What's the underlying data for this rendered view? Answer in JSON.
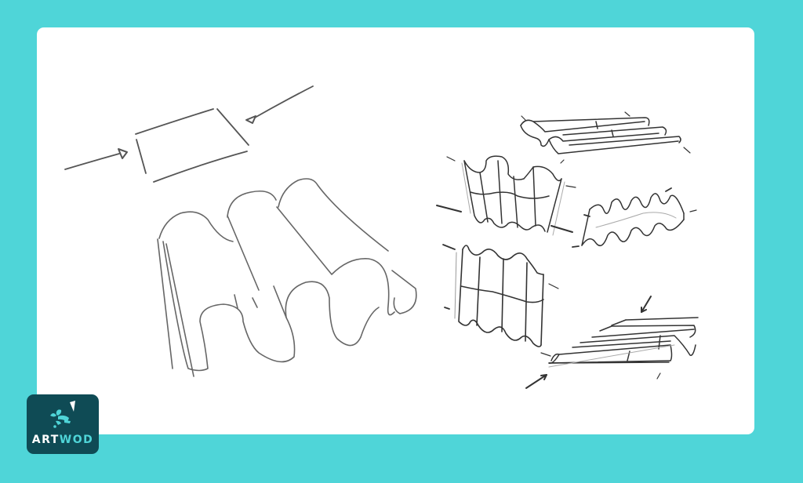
{
  "colors": {
    "background": "#4fd5d8",
    "card": "#ffffff",
    "sketch_stroke": "#4a4a4a",
    "logo_bg": "#0f4b55",
    "logo_accent": "#4fd5d8"
  },
  "illustration": {
    "subject": "corrugated / wavy fabric sheet sketches",
    "left_group": {
      "items": [
        "flat-plane-with-arrows",
        "large-wavy-sheet"
      ]
    },
    "right_group": {
      "items": [
        "horizontal-corrugated-sheet-top",
        "vertical-wavy-sheet-left",
        "diagonal-wavy-sheet-right",
        "vertical-corrugated-panel",
        "stacked-horizontal-sheet-bottom"
      ]
    }
  },
  "logo": {
    "text_part1": "ART",
    "text_part2": "WOD",
    "icon": "rocket-brush-icon"
  }
}
